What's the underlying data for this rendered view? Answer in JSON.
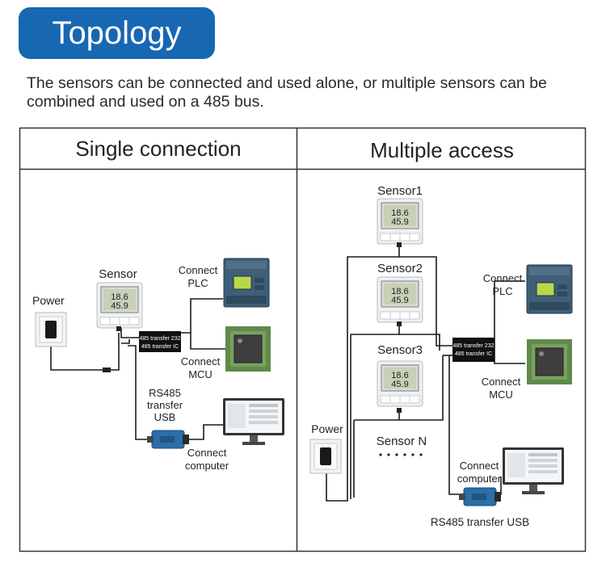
{
  "title": "Topology",
  "intro": "The sensors can be connected and used alone, or multiple sensors can be combined and used on a 485 bus.",
  "columns": {
    "left": "Single connection",
    "right": "Multiple access"
  },
  "left": {
    "power": "Power",
    "sensor": "Sensor",
    "plc": [
      "Connect",
      "PLC"
    ],
    "mcu": [
      "Connect",
      "MCU"
    ],
    "transfer_ic": [
      "485 transfer 232",
      "485 transfer IC"
    ],
    "rs485": [
      "RS485",
      "transfer",
      "USB"
    ],
    "computer": [
      "Connect",
      "computer"
    ]
  },
  "right": {
    "sensors": [
      "Sensor1",
      "Sensor2",
      "Sensor3"
    ],
    "sensor_n": "Sensor N",
    "power": "Power",
    "plc": [
      "Connect",
      "PLC"
    ],
    "mcu": [
      "Connect",
      "MCU"
    ],
    "transfer_ic": [
      "485 transfer 232",
      "485 transfer IC"
    ],
    "computer": [
      "Connect",
      "computer"
    ],
    "rs485_usb": "RS485 transfer USB"
  },
  "lcd": {
    "temp": "18.6",
    "hum": "45.9"
  }
}
